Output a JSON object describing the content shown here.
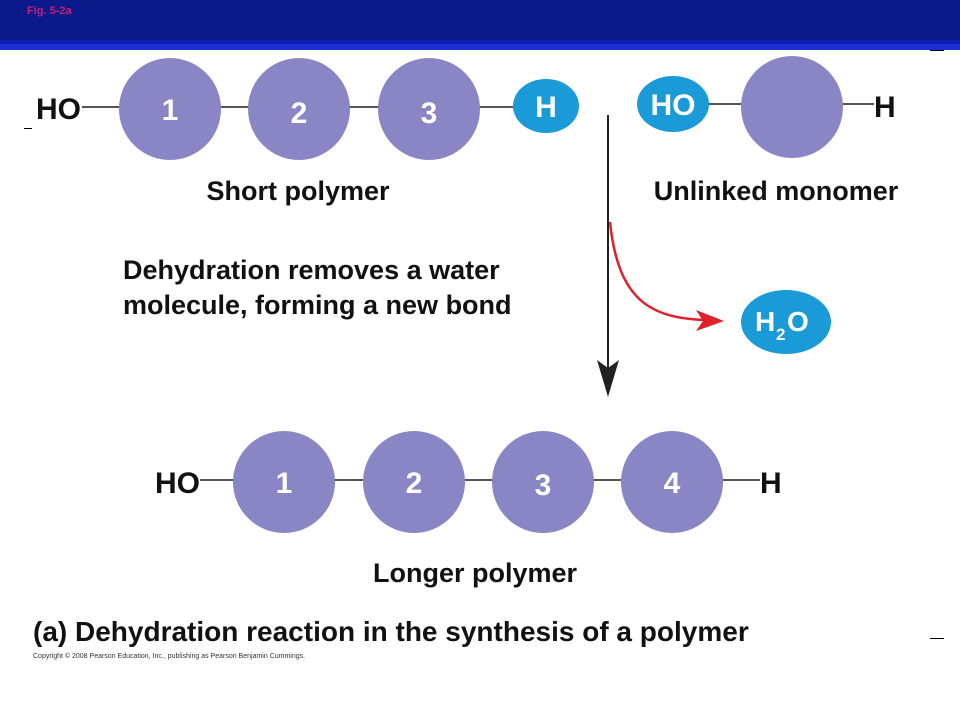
{
  "header": {
    "fig_label": "Fig. 5-2a"
  },
  "colors": {
    "monomer": "#8a85c4",
    "hydroxyl_water": "#1a9ad6",
    "arrow_down": "#222222",
    "arrow_water": "#e0202a",
    "header_bg": "#0b1a8a"
  },
  "short_polymer": {
    "left_end": "HO",
    "monomers": [
      "1",
      "2",
      "3"
    ],
    "right_end": "H",
    "caption": "Short polymer"
  },
  "monomer": {
    "left_end": "HO",
    "right_end": "H",
    "caption": "Unlinked monomer"
  },
  "reaction": {
    "line1": "Dehydration removes a water",
    "line2": "molecule, forming a new bond",
    "water_main": "H",
    "water_sub": "2",
    "water_end": "O"
  },
  "long_polymer": {
    "left_end": "HO",
    "monomers": [
      "1",
      "2",
      "3",
      "4"
    ],
    "right_end": "H",
    "caption": "Longer polymer"
  },
  "figure_caption": "(a) Dehydration reaction in the synthesis of a polymer",
  "copyright": "Copyright © 2008 Pearson Education, Inc., publishing as Pearson Benjamin Cummings."
}
